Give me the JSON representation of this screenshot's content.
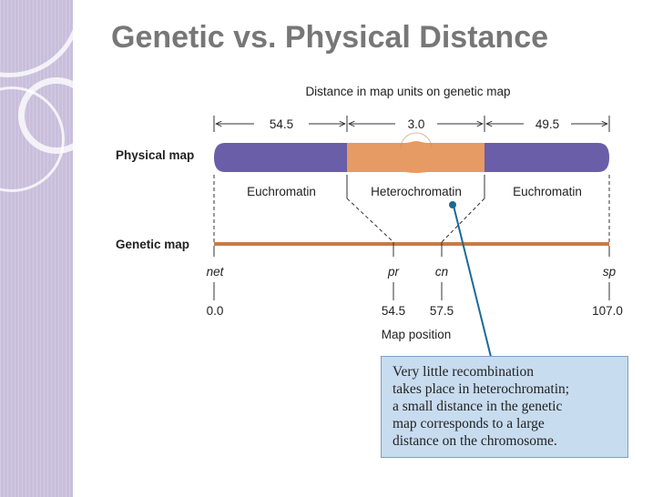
{
  "slide": {
    "title": "Genetic vs. Physical Distance",
    "theme": {
      "sidebar": "#c9bfdc",
      "title_color": "#777777"
    }
  },
  "diagram": {
    "top_caption": "Distance in map units on genetic map",
    "distances": [
      "54.5",
      "3.0",
      "49.5"
    ],
    "physical_map": {
      "label": "Physical map",
      "regions": [
        "Euchromatin",
        "Heterochromatin",
        "Euchromatin"
      ],
      "colors": {
        "euchromatin": "#6a5ea8",
        "heterochromatin": "#e69a64"
      }
    },
    "genetic_map": {
      "label": "Genetic map",
      "color": "#c97a45",
      "loci": [
        {
          "name": "net",
          "position": "0.0"
        },
        {
          "name": "pr",
          "position": "54.5"
        },
        {
          "name": "cn",
          "position": "57.5"
        },
        {
          "name": "sp",
          "position": "107.0"
        }
      ]
    },
    "axis_label": "Map position",
    "callout": {
      "lines": [
        "Very little recombination",
        "takes place in heterochromatin;",
        "a small distance in the genetic",
        "map corresponds to a large",
        "distance on the chromosome."
      ],
      "pointer_color": "#1a6a96"
    }
  }
}
